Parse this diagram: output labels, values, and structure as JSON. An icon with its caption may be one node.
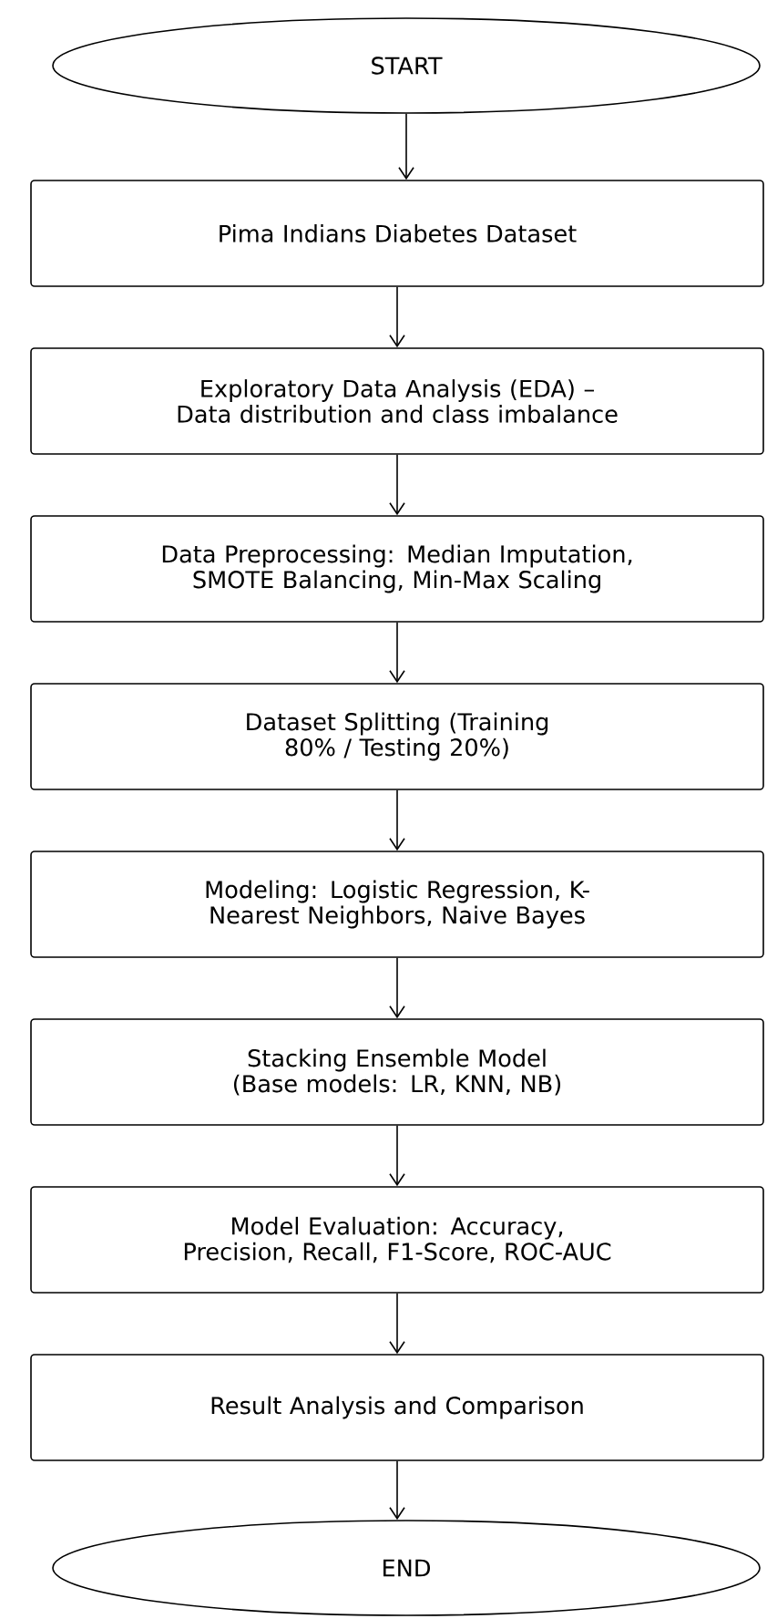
{
  "diagram": {
    "nodes": [
      {
        "text": [
          "START"
        ]
      },
      {
        "text": [
          "Pima Indians Diabetes Dataset"
        ]
      },
      {
        "text": [
          "Exploratory Data Analysis (EDA) – Data distribution and class imbalance"
        ]
      },
      {
        "text": [
          "Data Preprocessing: Median Imputation, SMOTE Balancing, Min-Max Scaling"
        ]
      },
      {
        "text": [
          "Dataset Splitting (Training 80% / Testing 20%)"
        ]
      },
      {
        "text": [
          "Modeling: Logistic Regression, K-Nearest Neighbors, Naive Bayes"
        ]
      },
      {
        "text": [
          "Stacking Ensemble Model (Base models: LR, KNN, NB)"
        ]
      },
      {
        "text": [
          "Model Evaluation: Accuracy, Precision, Recall, F1-Score, ROC-AUC"
        ]
      },
      {
        "text": [
          "Result Analysis and Comparison"
        ]
      },
      {
        "text": [
          "END"
        ]
      }
    ],
    "edges": [
      {
        "from": 0,
        "to": 1,
        "arrow": "to"
      },
      {
        "from": 1,
        "to": 2,
        "arrow": "to"
      },
      {
        "from": 2,
        "to": 3,
        "arrow": "to"
      },
      {
        "from": 3,
        "to": 4,
        "arrow": "to"
      },
      {
        "from": 4,
        "to": 5,
        "arrow": "to"
      },
      {
        "from": 5,
        "to": 6,
        "arrow": "to"
      },
      {
        "from": 6,
        "to": 7,
        "arrow": "to"
      },
      {
        "from": 7,
        "to": 8,
        "arrow": "to"
      },
      {
        "from": 8,
        "to": 9,
        "arrow": "to"
      }
    ]
  }
}
